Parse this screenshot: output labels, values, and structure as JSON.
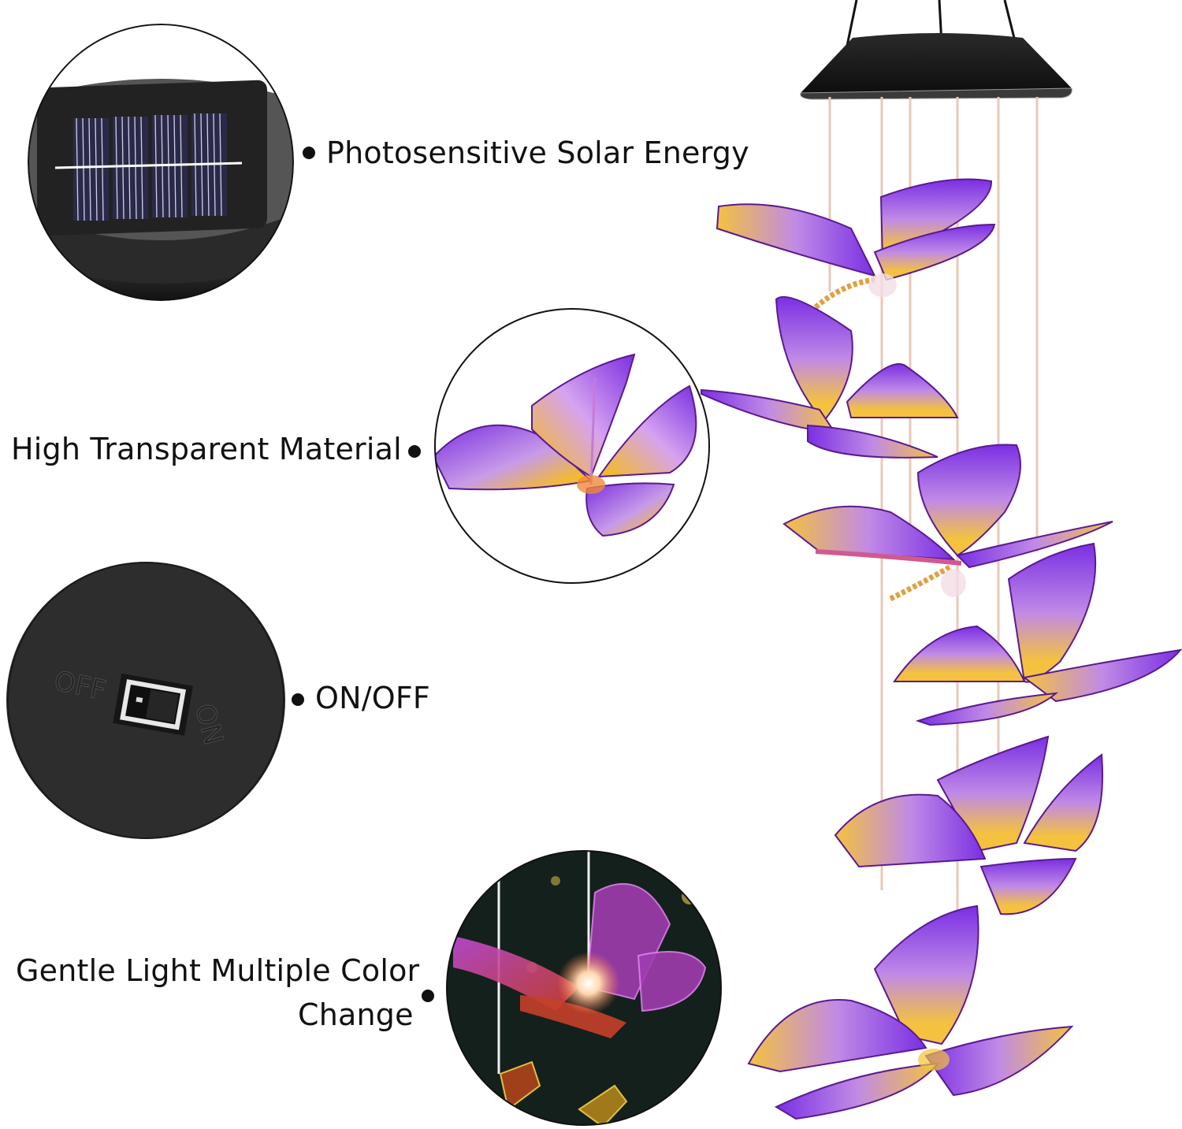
{
  "features": [
    {
      "id": "solar",
      "label": "Photosensitive Solar Energy",
      "icon": "solar-panel-icon"
    },
    {
      "id": "material",
      "label": "High Transparent Material",
      "icon": "butterfly-icon"
    },
    {
      "id": "switch",
      "label": "ON/OFF",
      "icon": "switch-icon"
    },
    {
      "id": "light",
      "label_line1": "Gentle Light Multiple Color",
      "label_line2": "Change",
      "icon": "glowing-butterfly-icon"
    }
  ],
  "switch_detail": {
    "off_text": "OFF",
    "on_text": "ON"
  },
  "product": {
    "butterfly_count": 6,
    "string_count": 6
  },
  "colors": {
    "wing_purple": "#7b2fe0",
    "wing_yellow": "#f2c33a",
    "string": "#e9c9b8",
    "solar_cap": "#1c1c1c",
    "night_bg": "#14201c"
  }
}
